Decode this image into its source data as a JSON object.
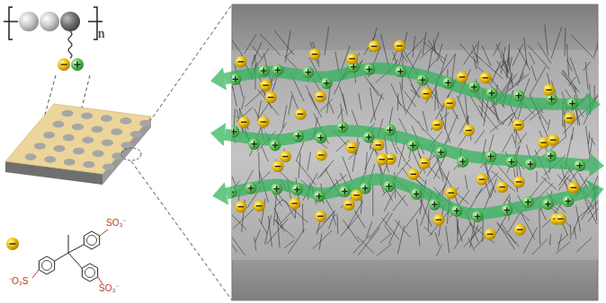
{
  "diagram": {
    "labels": [
      "n",
      "SO₃⁻",
      "⁻O₃S",
      "SO₃⁻"
    ]
  }
}
